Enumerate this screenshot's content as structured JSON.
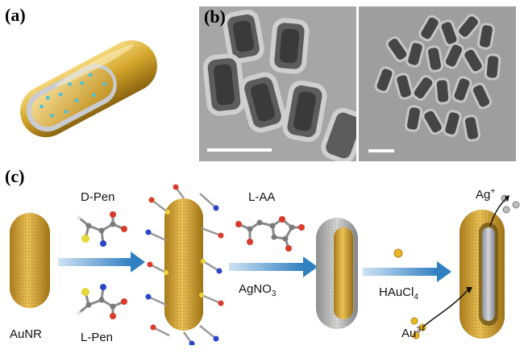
{
  "panels": {
    "a": {
      "label": "(a)"
    },
    "b": {
      "label": "(b)"
    },
    "c": {
      "label": "(c)"
    }
  },
  "scheme": {
    "reagent_top_left": "D-Pen",
    "reagent_bottom_left": "L-Pen",
    "reagent_top_mid": "L-AA",
    "reagent_bottom_mid_base": "AgNO",
    "reagent_bottom_mid_sub": "3",
    "reagent_right_base": "HAuCl",
    "reagent_right_sub": "4",
    "start_label": "AuNR",
    "ion_out_base": "Ag",
    "ion_out_sup": "+",
    "ion_in_base": "Au",
    "ion_in_sup": "3+"
  },
  "colors": {
    "gold": "#d4a52a",
    "arrow": "#3a85c4",
    "shell": "#a9adb3",
    "tem_bg": "#9b9b9b"
  }
}
